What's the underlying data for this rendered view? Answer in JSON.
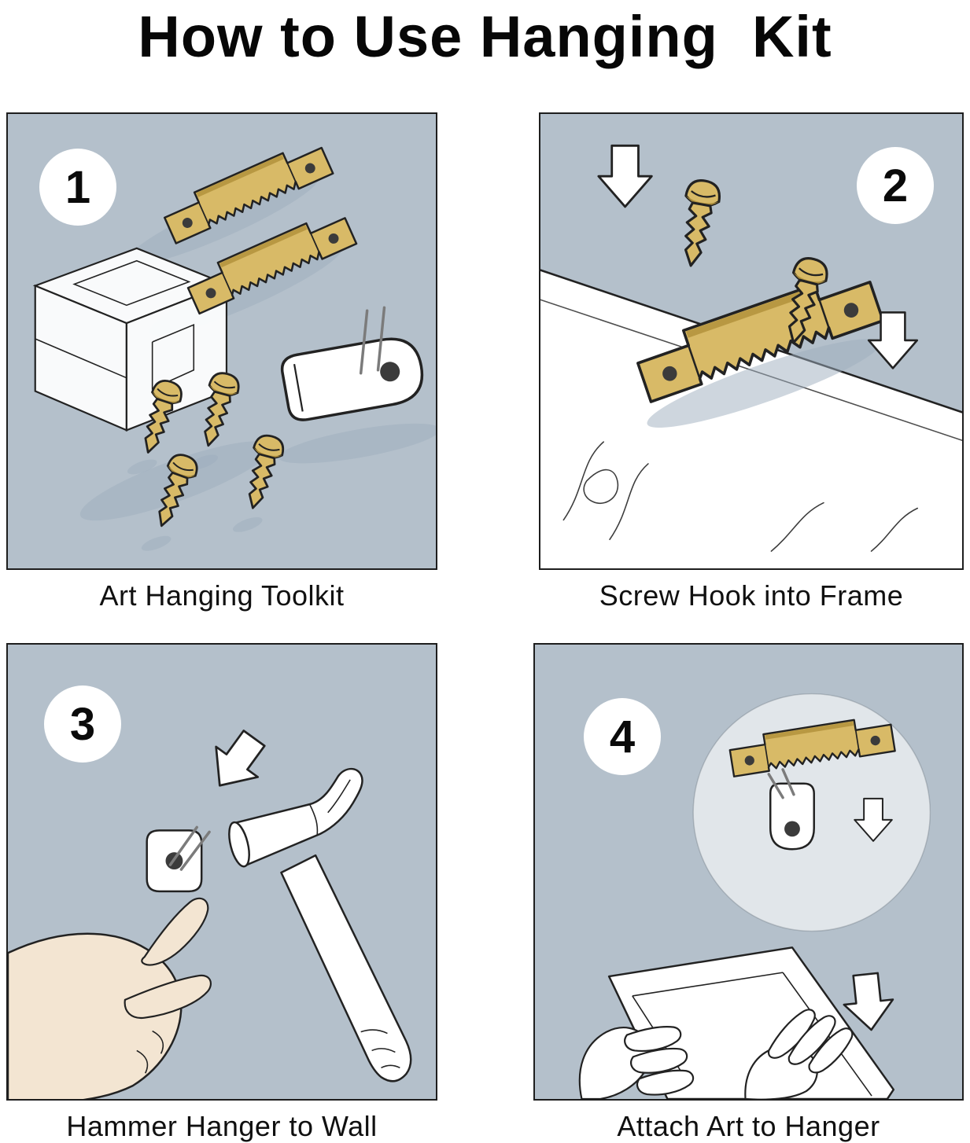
{
  "title": "How to Use Hanging  Kit",
  "steps": [
    {
      "number": "1",
      "caption": "Art Hanging Toolkit"
    },
    {
      "number": "2",
      "caption": "Screw Hook into Frame"
    },
    {
      "number": "3",
      "caption": "Hammer Hanger to Wall"
    },
    {
      "number": "4",
      "caption": "Attach Art to Hanger"
    }
  ],
  "colors": {
    "panel_background": "#b4c0cb",
    "brass": "#d8ba67",
    "brass_shadow": "#b3923c",
    "skin": "#f3e5d2",
    "outline": "#222222",
    "shadow": "#9dadbd",
    "hole": "#3b3b3b"
  }
}
